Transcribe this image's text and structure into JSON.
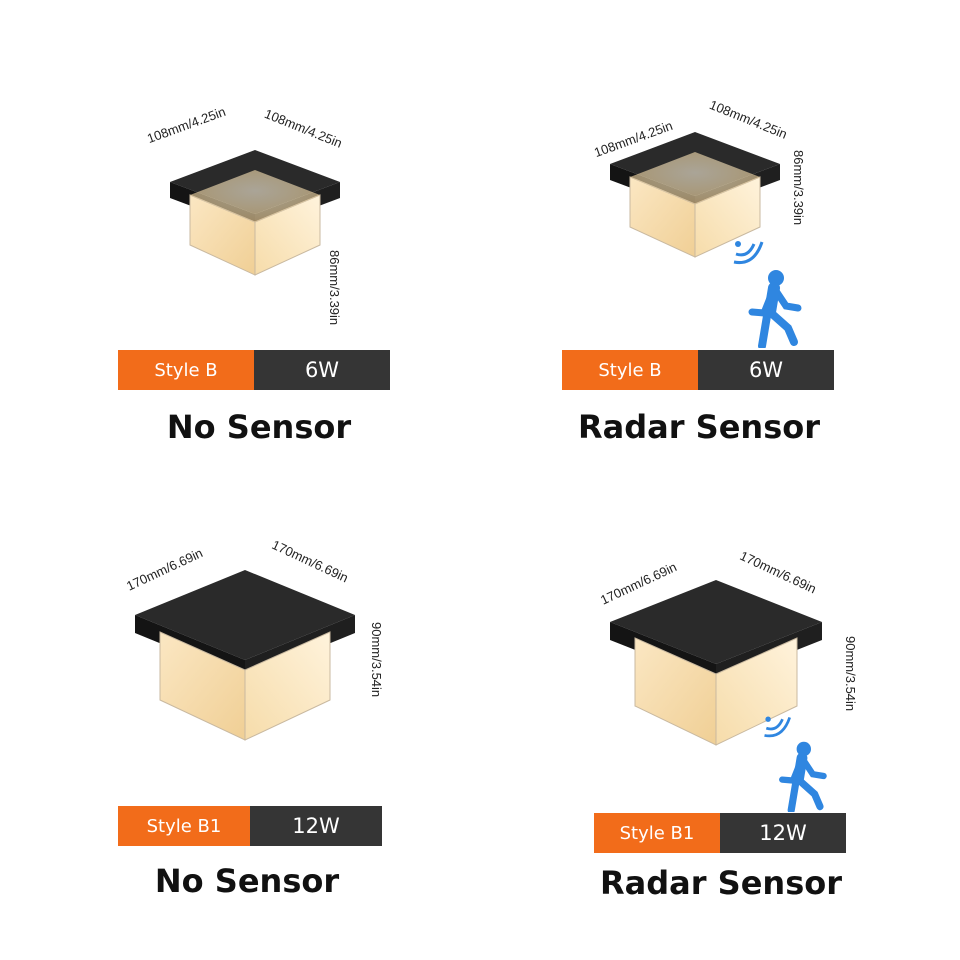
{
  "products": [
    {
      "id": "top-left",
      "dims": {
        "width": "108mm/4.25in",
        "depth": "108mm/4.25in",
        "height": "86mm/3.39in"
      },
      "badge": {
        "style": "Style B",
        "watt": "6W"
      },
      "caption": "No Sensor",
      "has_sensor": false
    },
    {
      "id": "top-right",
      "dims": {
        "width": "108mm/4.25in",
        "depth": "108mm/4.25in",
        "height": "86mm/3.39in"
      },
      "badge": {
        "style": "Style B",
        "watt": "6W"
      },
      "caption": "Radar Sensor",
      "has_sensor": true
    },
    {
      "id": "bottom-left",
      "dims": {
        "width": "170mm/6.69in",
        "depth": "170mm/6.69in",
        "height": "90mm/3.54in"
      },
      "badge": {
        "style": "Style B1",
        "watt": "12W"
      },
      "caption": "No Sensor",
      "has_sensor": false
    },
    {
      "id": "bottom-right",
      "dims": {
        "width": "170mm/6.69in",
        "depth": "170mm/6.69in",
        "height": "90mm/3.54in"
      },
      "badge": {
        "style": "Style B1",
        "watt": "12W"
      },
      "caption": "Radar Sensor",
      "has_sensor": true
    }
  ],
  "colors": {
    "badge_style_bg": "#f26c1a",
    "badge_watt_bg": "#353535",
    "lamp_frame": "#1c1c1c",
    "lamp_glow": "#fde8be",
    "sensor_blue": "#2f86e0"
  },
  "icons": [
    "ceiling-lamp-icon",
    "radar-wave-icon",
    "walking-person-icon"
  ]
}
